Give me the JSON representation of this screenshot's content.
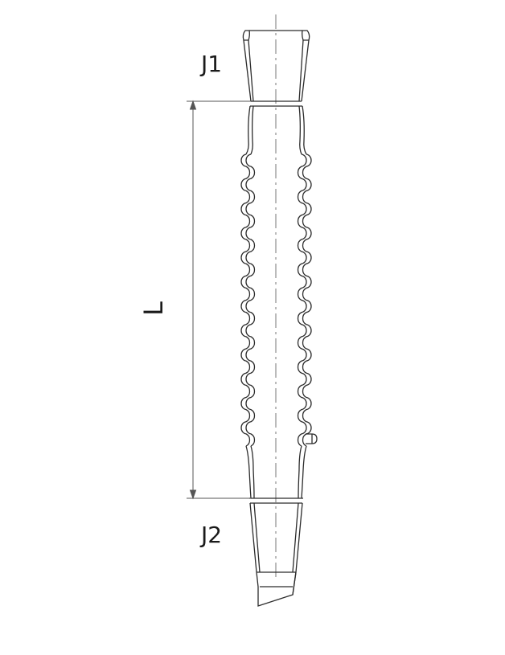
{
  "labels": {
    "joint_top": "J1",
    "joint_bottom": "J2",
    "length": "L"
  },
  "colors": {
    "stroke": "#2b2b2b",
    "dimension": "#555555",
    "background": "#ffffff"
  },
  "bulbs": {
    "count": 12
  }
}
